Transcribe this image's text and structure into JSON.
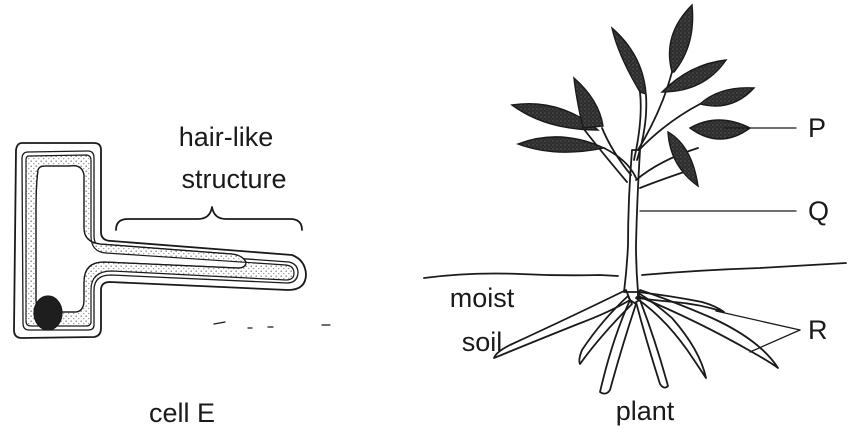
{
  "cell_panel": {
    "hair_label_line1": "hair-like",
    "hair_label_line2": "structure",
    "caption": "cell E"
  },
  "plant_panel": {
    "label_p": "P",
    "label_q": "Q",
    "label_r": "R",
    "soil_label_line1": "moist",
    "soil_label_line2": "soil",
    "caption": "plant"
  },
  "colors": {
    "ink": "#1a1a1a",
    "leaf_fill": "#2e2e2e",
    "cytoplasm_stipple": "#8a8a8a",
    "background": "#ffffff"
  }
}
